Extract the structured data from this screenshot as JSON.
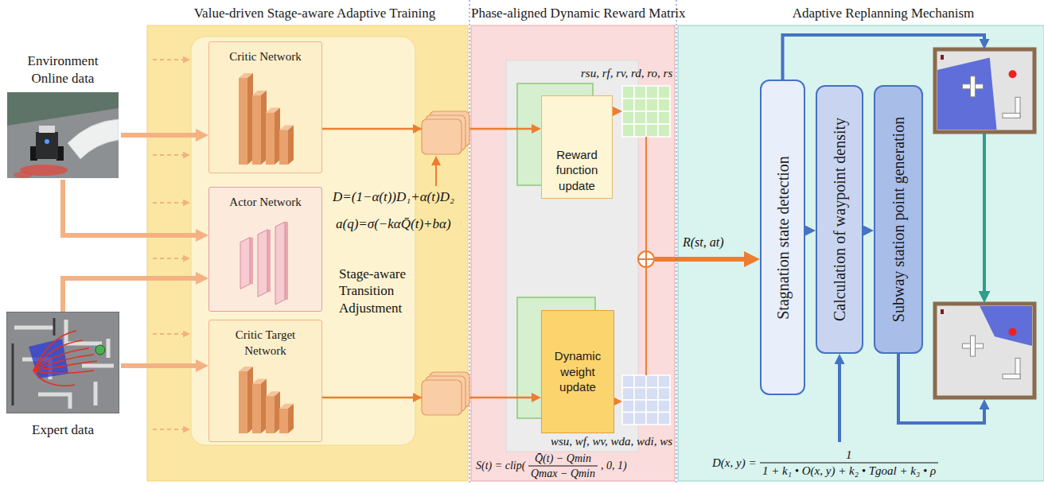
{
  "diagram": {
    "nodes": [
      {
        "text": [
          "Environment Online data"
        ]
      },
      {
        "text": [
          "Expert data"
        ]
      },
      {
        "text": [
          "Value-driven Stage-aware Adaptive Training"
        ]
      },
      {
        "text": [
          "Critic Network"
        ],
        "in": 2
      },
      {
        "text": [
          "Actor Network"
        ],
        "in": 2
      },
      {
        "text": [
          "Critic Target Network"
        ],
        "in": 2
      },
      {
        "text": [
          "Phase-aligned Dynamic Reward Matrix"
        ]
      },
      {
        "text": [
          "Reward function update"
        ],
        "in": 6
      },
      {
        "text": [
          "Dynamic weight update"
        ],
        "in": 6
      },
      {
        "text": [
          "Adaptive Replanning Mechanism"
        ]
      },
      {
        "text": [
          "Stagnation state detection"
        ],
        "in": 9
      },
      {
        "text": [
          "Calculation of waypoint density"
        ],
        "in": 9
      },
      {
        "text": [
          "Subway station point generation"
        ],
        "in": 9
      }
    ],
    "edges": [
      {
        "from": 0,
        "to": 3,
        "arrow": "to"
      },
      {
        "from": 0,
        "to": 4,
        "arrow": "to"
      },
      {
        "from": 1,
        "to": 4,
        "arrow": "to"
      },
      {
        "from": 1,
        "to": 5,
        "arrow": "to"
      },
      {
        "from": 3,
        "to": 7,
        "arrow": "to"
      },
      {
        "from": 5,
        "to": 8,
        "arrow": "to"
      },
      {
        "from": 10,
        "to": 11,
        "arrow": "to"
      },
      {
        "from": 11,
        "to": 12,
        "arrow": "to"
      }
    ],
    "labels": [
      "D=(1−α(t))D₁+α(t)D₂",
      "a(q)=σ(−kαQ̄(t)+bα)",
      "Stage-aware Transition Adjustment",
      "rsu, rf, rv, rd, ro, rs",
      "R(st, at)",
      "wsu, wf, wv, wda, wdi, ws",
      "S(t) = clip(",
      "Q̄(t) − Qmin",
      "Qmax − Qmin",
      ", 0, 1)",
      "D(x, y) =",
      "1",
      "1 + k₁ • O(x, y) + k₂ • Tgoal + k₃ • ρ"
    ]
  }
}
